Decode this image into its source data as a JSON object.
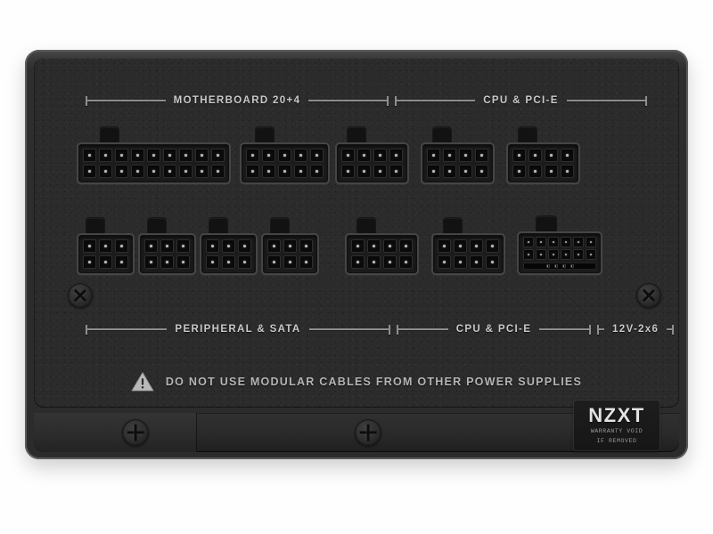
{
  "device": {
    "brand": "NZXT",
    "type": "power-supply-modular-panel",
    "colors": {
      "body": "#2b2b2b",
      "bezel": "#5b5b5b",
      "label_text": "#c9c9c9",
      "rule": "#8e8e8e",
      "warning_text": "#b5b5b5",
      "pin_contact": "#b9b9b9"
    }
  },
  "top_labels": [
    {
      "id": "motherboard",
      "text": "MOTHERBOARD 20+4"
    },
    {
      "id": "cpu-pcie-top",
      "text": "CPU & PCI-E"
    }
  ],
  "bottom_labels": [
    {
      "id": "peripheral-sata",
      "text": "PERIPHERAL & SATA"
    },
    {
      "id": "cpu-pcie-bottom",
      "text": "CPU & PCI-E"
    },
    {
      "id": "twelve-volt",
      "text": "12V-2x6"
    }
  ],
  "connector_rows": [
    {
      "id": "row-top",
      "connectors": [
        {
          "id": "atx-20pin",
          "cols": 9,
          "rows": 2,
          "pins": 18,
          "label_group": "motherboard"
        },
        {
          "id": "atx-10pin",
          "cols": 5,
          "rows": 2,
          "pins": 10,
          "label_group": "motherboard"
        },
        {
          "id": "cpu-8pin-a",
          "cols": 4,
          "rows": 2,
          "pins": 8,
          "label_group": "cpu-pcie-top"
        },
        {
          "id": "cpu-8pin-b",
          "cols": 4,
          "rows": 2,
          "pins": 8,
          "label_group": "cpu-pcie-top"
        },
        {
          "id": "cpu-8pin-c",
          "cols": 4,
          "rows": 2,
          "pins": 8,
          "label_group": "cpu-pcie-top"
        }
      ]
    },
    {
      "id": "row-bottom",
      "connectors": [
        {
          "id": "periph-6pin-a",
          "cols": 3,
          "rows": 2,
          "pins": 6,
          "label_group": "peripheral-sata"
        },
        {
          "id": "periph-6pin-b",
          "cols": 3,
          "rows": 2,
          "pins": 6,
          "label_group": "peripheral-sata"
        },
        {
          "id": "periph-6pin-c",
          "cols": 3,
          "rows": 2,
          "pins": 6,
          "label_group": "peripheral-sata"
        },
        {
          "id": "periph-6pin-d",
          "cols": 3,
          "rows": 2,
          "pins": 6,
          "label_group": "peripheral-sata"
        },
        {
          "id": "pcie-8pin-d",
          "cols": 4,
          "rows": 2,
          "pins": 8,
          "label_group": "cpu-pcie-bottom"
        },
        {
          "id": "pcie-8pin-e",
          "cols": 4,
          "rows": 2,
          "pins": 8,
          "label_group": "cpu-pcie-bottom"
        },
        {
          "id": "12v-2x6",
          "cols": 6,
          "rows": 2,
          "pins": 12,
          "sense_pins": 4,
          "label_group": "twelve-volt"
        }
      ]
    }
  ],
  "warning": {
    "icon": "warning-triangle-icon",
    "text": "DO NOT USE MODULAR CABLES FROM OTHER POWER SUPPLIES"
  },
  "sticker": {
    "brand": "NZXT",
    "line1": "WARRANTY VOID",
    "line2": "IF REMOVED"
  },
  "screws": [
    {
      "id": "screw-upper-left",
      "style": "x"
    },
    {
      "id": "screw-upper-right",
      "style": "x"
    },
    {
      "id": "screw-bottom-left",
      "style": "plus"
    },
    {
      "id": "screw-bottom-center",
      "style": "plus"
    }
  ]
}
